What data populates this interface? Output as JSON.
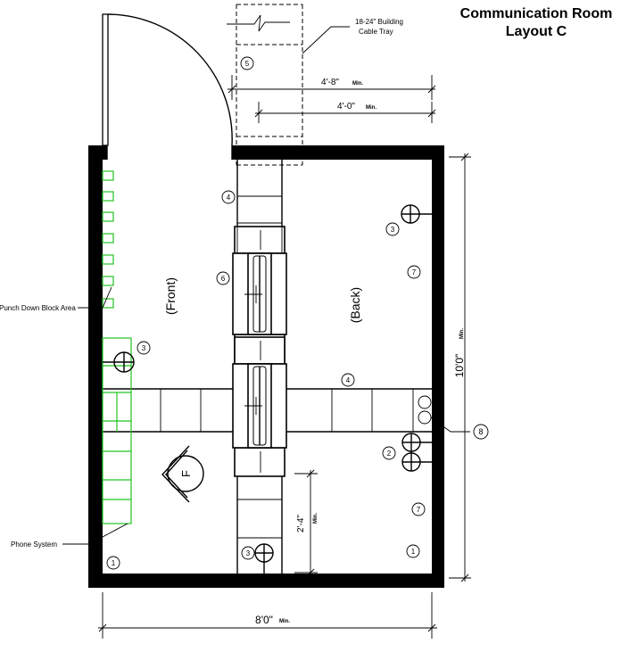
{
  "title": {
    "line1": "Communication Room",
    "line2": "Layout C"
  },
  "labels": {
    "front": "(Front)",
    "back": "(Back)",
    "punch_down": "Punch Down Block Area",
    "phone_system": "Phone System",
    "cable_tray": {
      "line1": "18-24\" Building",
      "line2": "Cable Tray"
    },
    "extinguisher": "F"
  },
  "dimensions": {
    "top_outer": "4'-8\"",
    "top_outer_suffix": "Min.",
    "top_inner": "4'-0\"",
    "top_inner_suffix": "Min.",
    "right": "10'0\"",
    "right_suffix": "Min.",
    "bottom": "8'0\"",
    "bottom_suffix": "Min.",
    "clearance": "2'-4\"",
    "clearance_suffix": "Min."
  },
  "callouts": {
    "c5": "5",
    "c4_top": "4",
    "c3_right": "3",
    "c7_upper": "7",
    "c6": "6",
    "c3_left": "3",
    "c4_mid": "4",
    "c8": "8",
    "c2": "2",
    "c7_lower": "7",
    "c1_left": "1",
    "c3_bottom": "3",
    "c1_right": "1"
  }
}
